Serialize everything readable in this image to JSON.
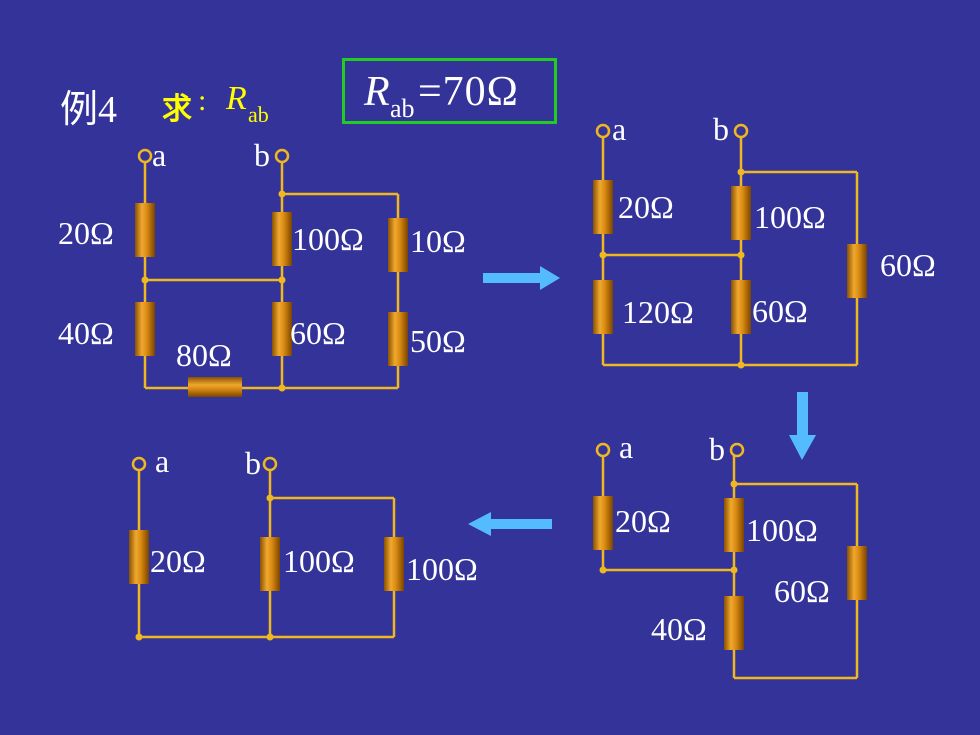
{
  "title": {
    "example_char": "例",
    "example_num": "4",
    "question": "求",
    "colon": ":",
    "R": "R",
    "sub": "ab"
  },
  "answer": {
    "R": "R",
    "sub": "ab",
    "value": "=70Ω"
  },
  "colors": {
    "background": "#333399",
    "wire": "#f0b820",
    "resistor": "#d88a10",
    "arrow": "#55bbff",
    "answer_border": "#22cc22",
    "title_accent": "#ffff00"
  },
  "circuits": {
    "c1": {
      "terminal_a": "a",
      "terminal_b": "b",
      "r20": "20Ω",
      "r40": "40Ω",
      "r80": "80Ω",
      "r100": "100Ω",
      "r60": "60Ω",
      "r10": "10Ω",
      "r50": "50Ω"
    },
    "c2": {
      "terminal_a": "a",
      "terminal_b": "b",
      "r20": "20Ω",
      "r120": "120Ω",
      "r100": "100Ω",
      "r60a": "60Ω",
      "r60b": "60Ω"
    },
    "c3": {
      "terminal_a": "a",
      "terminal_b": "b",
      "r20": "20Ω",
      "r40": "40Ω",
      "r100": "100Ω",
      "r60": "60Ω"
    },
    "c4": {
      "terminal_a": "a",
      "terminal_b": "b",
      "r20": "20Ω",
      "r100a": "100Ω",
      "r100b": "100Ω"
    }
  }
}
